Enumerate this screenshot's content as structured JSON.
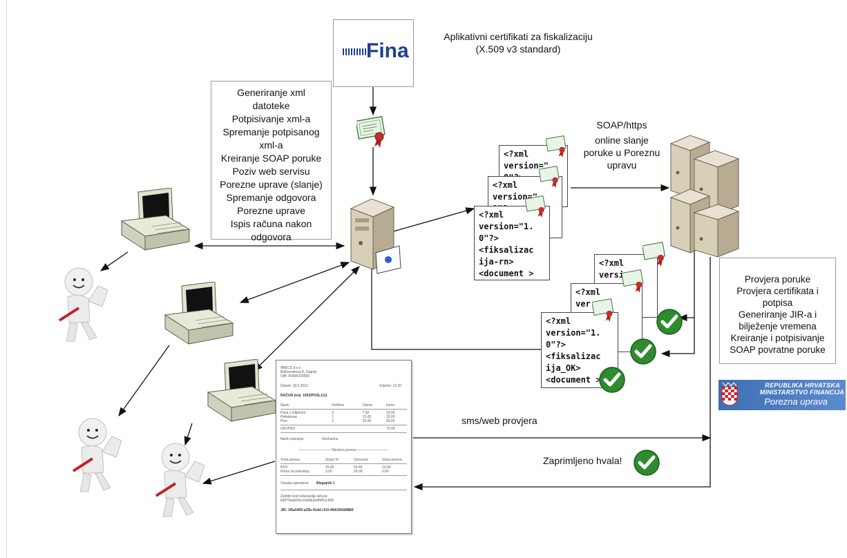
{
  "cert_title": [
    "Aplikativni certifikati za fiskalizaciju",
    "(X.509 v3 standard)"
  ],
  "fina_logo": {
    "text": "Fina",
    "color": "#1f3f8f"
  },
  "client_steps": [
    "Generiranje xml",
    "datoteke",
    "Potpisivanje xml-a",
    "Spremanje potpisanog",
    "xml-a",
    "Kreiranje SOAP poruke",
    "Poziv web servisu",
    "Porezne uprave (slanje)",
    "Spremanje odgovora",
    "Porezne uprave",
    "Ispis računa nakon",
    "odgovora"
  ],
  "soap_label": [
    "SOAP/https",
    "online slanje",
    "poruke u Poreznu",
    "upravu"
  ],
  "request_docs": [
    [
      "<?xml",
      "version=\"",
      "0\"?>"
    ],
    [
      "<?xml",
      "version=\"",
      "0\"?>"
    ],
    [
      "<?xml",
      "version=\"1.",
      "0\"?>",
      "<fiksalizac",
      "ija-rn>",
      "<document >"
    ]
  ],
  "response_docs": [
    [
      "<?xml",
      "versi",
      "0\"?>",
      "      >"
    ],
    [
      "<?xml",
      "ver",
      "0\"?",
      "   ac",
      "   ent >"
    ],
    [
      "<?xml",
      "version=\"1.",
      "0\"?>",
      "<fiksalizac",
      "ija_OK>",
      "<document >"
    ]
  ],
  "server_steps": [
    "Provjera poruke",
    "Provjera certifikata i",
    "potpisa",
    "Generiranje JIR-a i",
    "bilježenje vremena",
    "Kreiranje i potpisivanje",
    "SOAP povratne poruke"
  ],
  "porezna_logo": [
    "REPUBLIKA HRVATSKA",
    "MINISTARSTVO FINANCIJA",
    "Porezna uprava"
  ],
  "sms_label": "sms/web provjera",
  "thanks_label": "Zaprimljeno hvala!",
  "colors": {
    "check_green": "#2e8b2e",
    "porezna_blue": "#3d6fb3",
    "fina_blue": "#1f3f8f",
    "seal_red": "#b22222"
  },
  "receipt": {
    "company": [
      "ABECE d.o.o.",
      "Bolkovnikova 8, Zagreb",
      "OIB: 56890320590"
    ],
    "date": "Datum: 18.6.2012.",
    "time": "Vrijeme: 12:30",
    "invoice": "RAČUN broj: 1053/POSL1/12",
    "header": [
      "Naziv",
      "Količina",
      "Cijena",
      "Iznos"
    ],
    "items": [
      [
        "Kava s mlijekom",
        "2",
        "7.50",
        "15.00"
      ],
      [
        "Pelinkovac",
        "1",
        "15.00",
        "15.00"
      ],
      [
        "Pivo",
        "2",
        "20.00",
        "40.00"
      ]
    ],
    "total": [
      "UKUPNO",
      "",
      "",
      "70.00"
    ],
    "payment": [
      "Način plaćanja:",
      "Novčanica"
    ],
    "tax_title": "Obračun poreza",
    "tax_header": [
      "Vrsta poreza",
      "Stopa %",
      "Osnovica",
      "Iznos poreza"
    ],
    "tax_rows": [
      [
        "PDV",
        "25.00",
        "54.40",
        "13.60"
      ],
      [
        "Porez na potrošnju",
        "3.00",
        "20.00",
        "0.60"
      ]
    ],
    "operator": [
      "Oznaka operatera:",
      "Blagajnik 1"
    ],
    "zki": [
      "Zaštitni kod izdavatelja računa:",
      "b2870eab93cce0e8b3a4f5f51cb90"
    ],
    "jir": "JIR: 1f5a5409-a25b-41dd-cf10-4f6635648f889"
  }
}
